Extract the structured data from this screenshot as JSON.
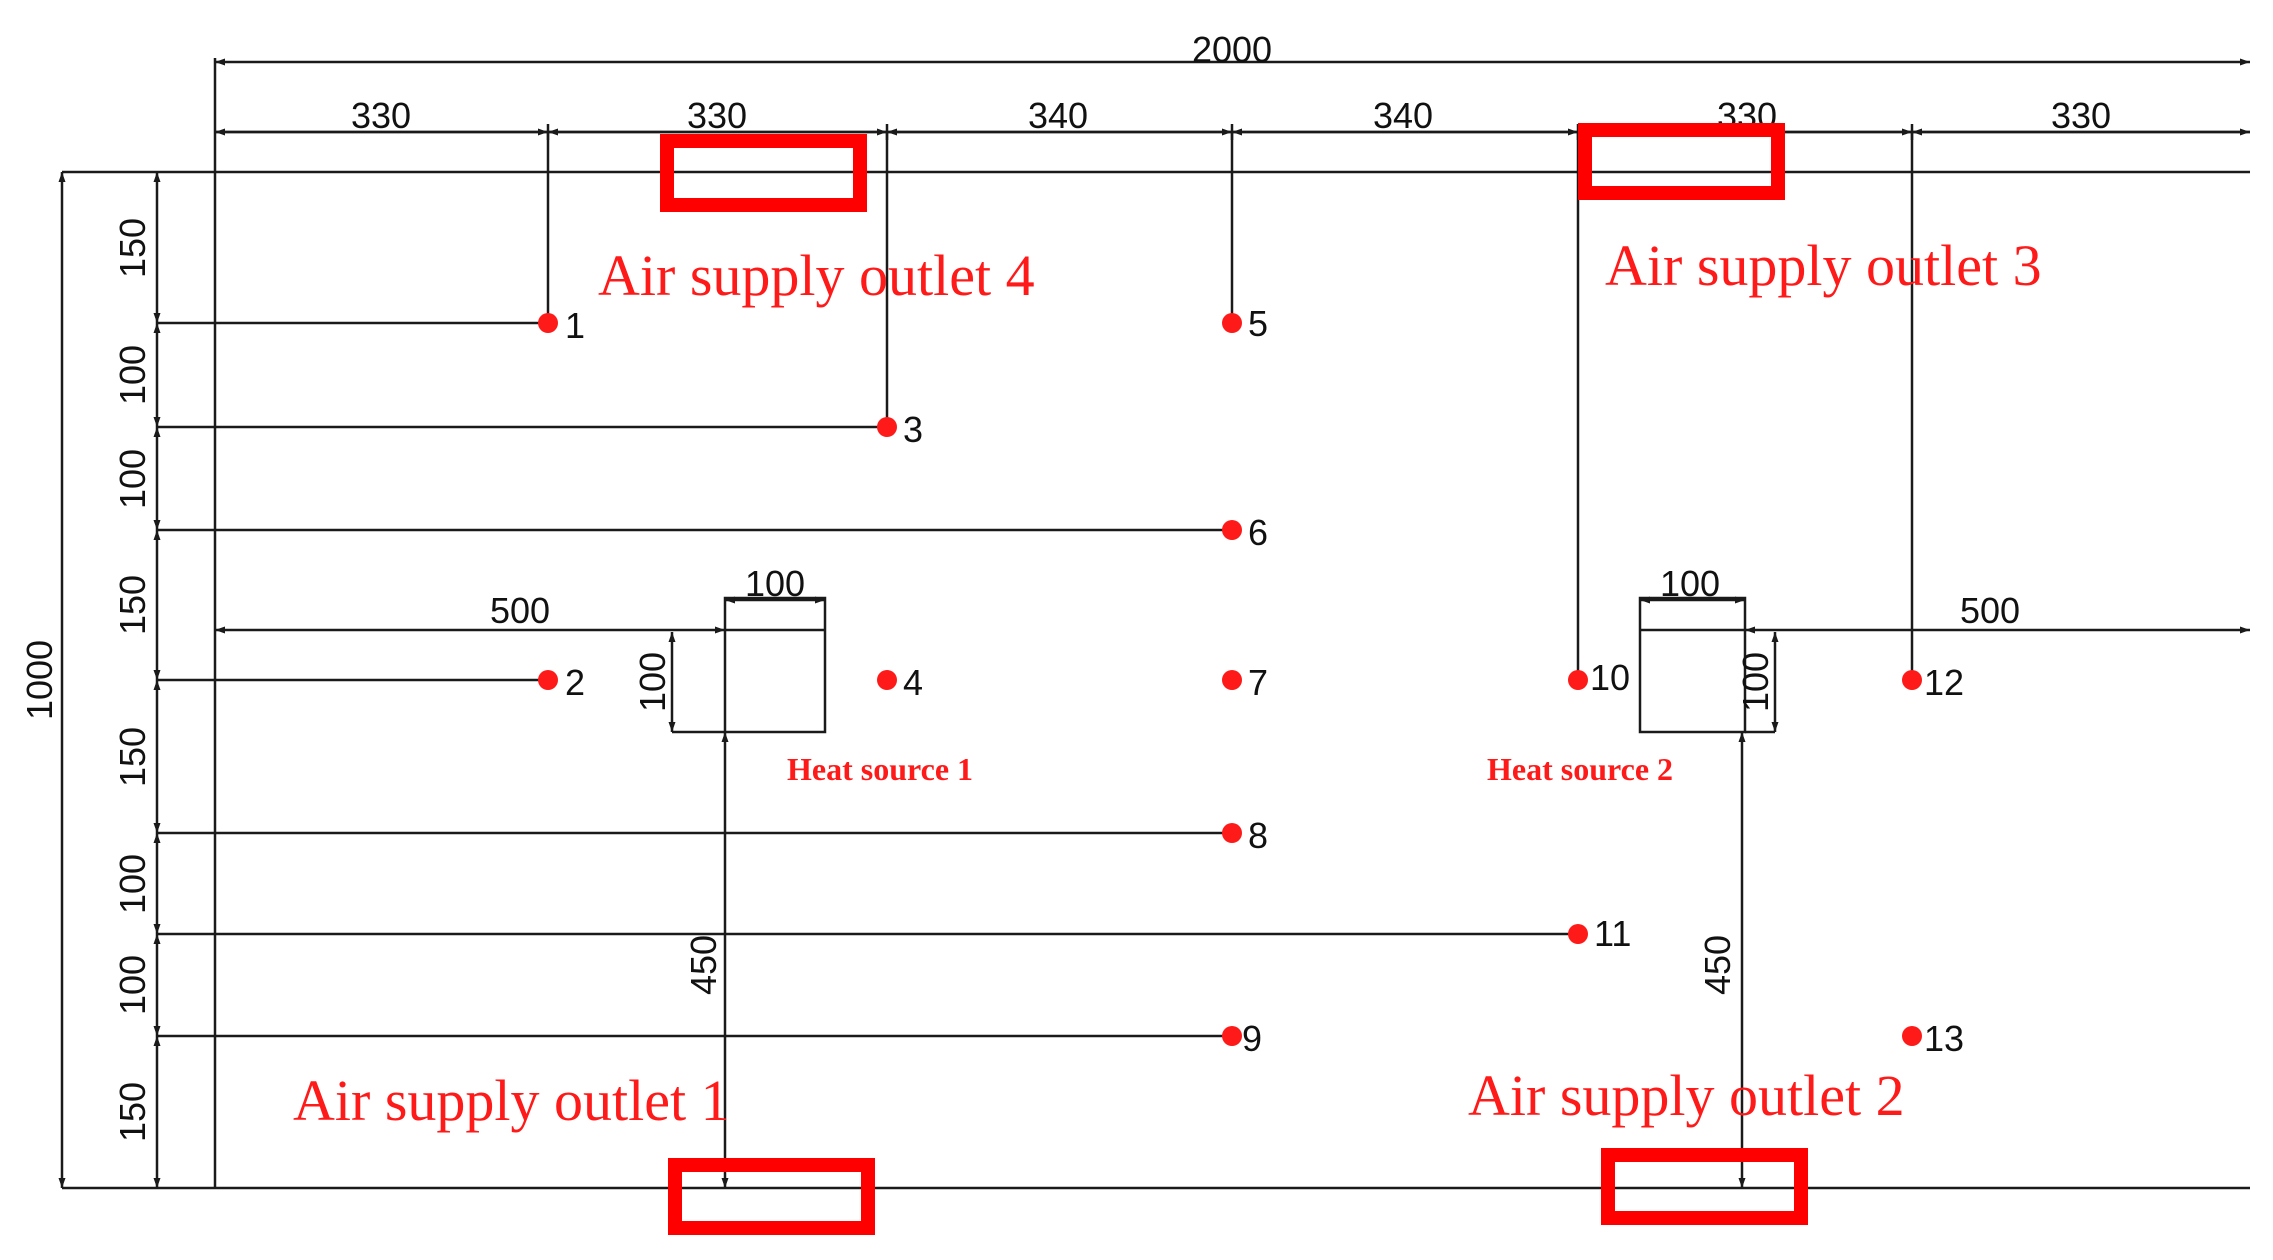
{
  "diagram": {
    "colors": {
      "line": "#1a1a1a",
      "accent": "#ff0000"
    },
    "dimensions": {
      "total_width": "2000",
      "total_height": "1000",
      "top_segments": [
        "330",
        "330",
        "340",
        "340",
        "330",
        "330"
      ],
      "left_segments": [
        "150",
        "100",
        "100",
        "150",
        "150",
        "100",
        "100",
        "150"
      ],
      "heat_source_1": {
        "width": "100",
        "height": "100",
        "offset_left": "500",
        "offset_bottom": "450"
      },
      "heat_source_2": {
        "width": "100",
        "height": "100",
        "offset_right": "500",
        "offset_bottom": "450"
      }
    },
    "outlets": [
      {
        "id": "4",
        "label": "Air supply outlet 4"
      },
      {
        "id": "3",
        "label": "Air supply outlet 3"
      },
      {
        "id": "1",
        "label": "Air supply outlet 1"
      },
      {
        "id": "2",
        "label": "Air supply outlet 2"
      }
    ],
    "heat_sources": [
      {
        "id": "1",
        "label": "Heat source 1"
      },
      {
        "id": "2",
        "label": "Heat source 2"
      }
    ],
    "measurement_points": [
      {
        "label": "1"
      },
      {
        "label": "2"
      },
      {
        "label": "3"
      },
      {
        "label": "4"
      },
      {
        "label": "5"
      },
      {
        "label": "6"
      },
      {
        "label": "7"
      },
      {
        "label": "8"
      },
      {
        "label": "9"
      },
      {
        "label": "10"
      },
      {
        "label": "11"
      },
      {
        "label": "12"
      },
      {
        "label": "13"
      }
    ]
  }
}
